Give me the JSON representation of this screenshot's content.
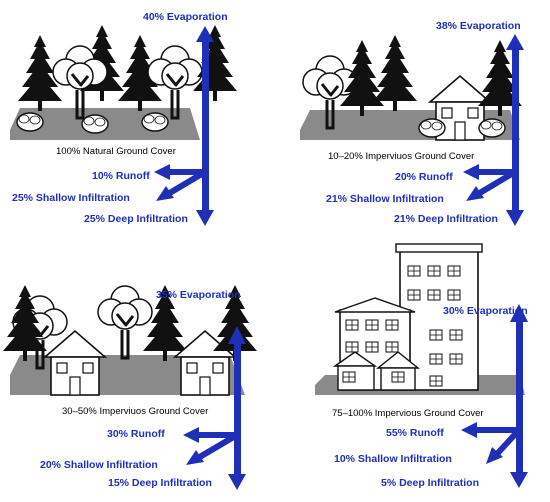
{
  "colors": {
    "arrow": "#1f2fb8",
    "ground": "#8a8a8a",
    "ink": "#111111"
  },
  "panels": [
    {
      "evaporation": "40% Evaporation",
      "cover": "100% Natural Ground Cover",
      "runoff": "10% Runoff",
      "shallow": "25% Shallow Infiltration",
      "deep": "25% Deep Infiltration"
    },
    {
      "evaporation": "38% Evaporation",
      "cover": "10–20% Imperviuos Ground Cover",
      "runoff": "20% Runoff",
      "shallow": "21% Shallow Infiltration",
      "deep": "21% Deep Infiltration"
    },
    {
      "evaporation": "35% Evaporation",
      "cover": "30–50% Imperviuos Ground Cover",
      "runoff": "30% Runoff",
      "shallow": "20% Shallow Infiltration",
      "deep": "15% Deep Infiltration"
    },
    {
      "evaporation": "30% Evaporation",
      "cover": "75–100% Impervious Ground Cover",
      "runoff": "55% Runoff",
      "shallow": "10% Shallow Infiltration",
      "deep": "5% Deep Infiltration"
    }
  ]
}
